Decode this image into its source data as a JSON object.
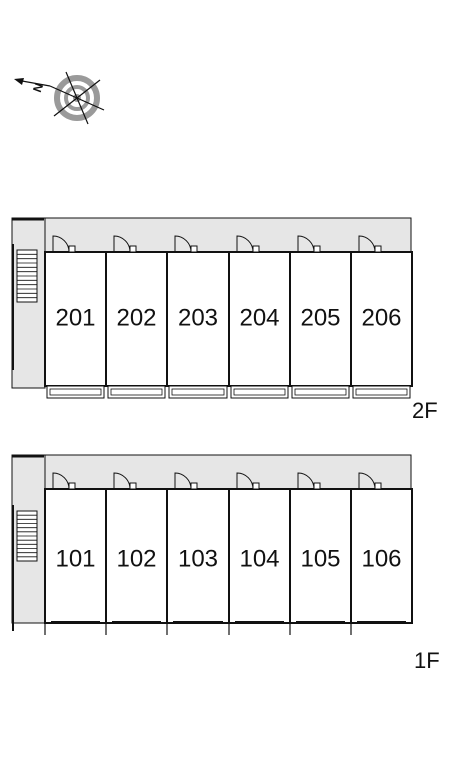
{
  "compass": {
    "north_letter": "N"
  },
  "floors": [
    {
      "label": "2F",
      "units": [
        "201",
        "202",
        "203",
        "204",
        "205",
        "206"
      ]
    },
    {
      "label": "1F",
      "units": [
        "101",
        "102",
        "103",
        "104",
        "105",
        "106"
      ]
    }
  ],
  "colors": {
    "corridor": "#e6e6e6",
    "walls": "#111111",
    "compass_ring": "#9a9a9a"
  }
}
